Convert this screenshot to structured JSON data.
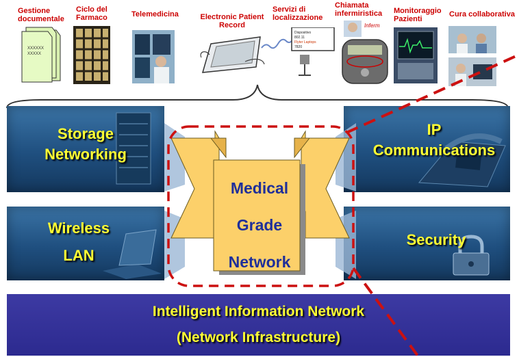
{
  "applications": [
    {
      "label_lines": [
        "Gestione",
        "documentale"
      ]
    },
    {
      "label_lines": [
        "Ciclo del",
        "Farmaco"
      ]
    },
    {
      "label_lines": [
        "Telemedicina"
      ]
    },
    {
      "label_lines": [
        "Electronic Patient",
        "Record"
      ]
    },
    {
      "label_lines": [
        "Servizi di",
        "localizzazione"
      ]
    },
    {
      "label_lines": [
        "Chiamata",
        "infermiristica"
      ]
    },
    {
      "label_lines": [
        "Monitoraggio",
        "Pazienti"
      ]
    },
    {
      "label_lines": [
        "Cura collaborativa"
      ]
    }
  ],
  "panels": {
    "storage": {
      "line1": "Storage",
      "line2": "Networking"
    },
    "ip": {
      "line1": "IP",
      "line2": "Communications"
    },
    "wireless": {
      "line1": "Wireless",
      "line2": "LAN"
    },
    "security": {
      "line1": "Security"
    }
  },
  "center": {
    "line1": "Medical",
    "line2": "Grade",
    "line3": "Network"
  },
  "infrastructure": {
    "line1": "Intelligent Information Network",
    "line2": "(Network Infrastructure)"
  },
  "pager_text": {
    "line1": "Dispositivo",
    "line2": "802.11",
    "line3": "Flyter Laptops",
    "line4": "7820"
  },
  "badge_text": "Inferm",
  "doc_text": {
    "line1": "XXXXXX",
    "line2": "XXXXX"
  },
  "colors": {
    "app_label": "#cc0000",
    "panel_text": "#ffff33",
    "infra_bg": "#2c2a8f",
    "scroll_fill": "#fcd06a",
    "dashed_outline": "#cc1111",
    "center_text": "#1f2f9a"
  }
}
